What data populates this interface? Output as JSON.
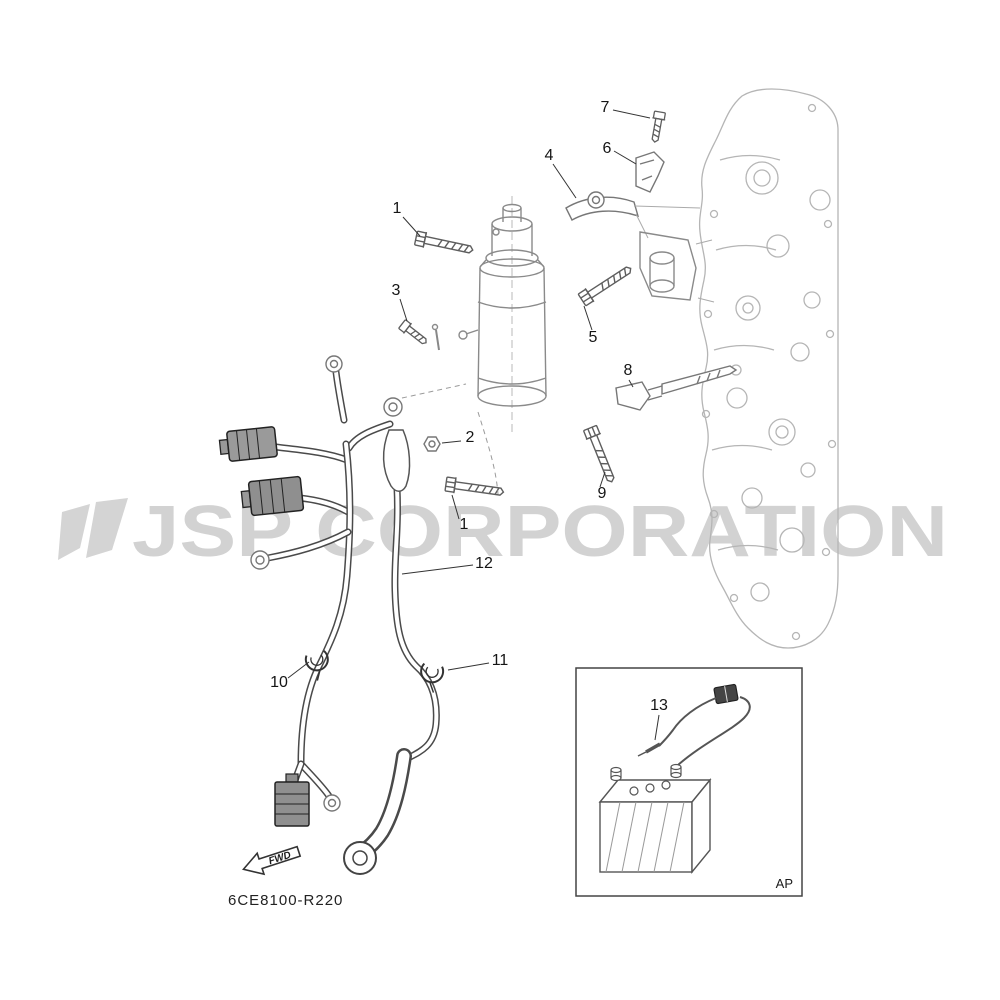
{
  "watermark": {
    "text": "JSP CORPORATION",
    "logo_icon": "jsp-logo-icon",
    "color": "#d2d2d2"
  },
  "footer": {
    "diagram_code": "6CE8100-R220"
  },
  "fwd": {
    "label": "FWD"
  },
  "inset": {
    "corner_label": "AP"
  },
  "callouts": [
    {
      "label": "7"
    },
    {
      "label": "6"
    },
    {
      "label": "4"
    },
    {
      "label": "1"
    },
    {
      "label": "3"
    },
    {
      "label": "5"
    },
    {
      "label": "8"
    },
    {
      "label": "2"
    },
    {
      "label": "9"
    },
    {
      "label": "1"
    },
    {
      "label": "12"
    },
    {
      "label": "11"
    },
    {
      "label": "10"
    },
    {
      "label": "13"
    }
  ]
}
